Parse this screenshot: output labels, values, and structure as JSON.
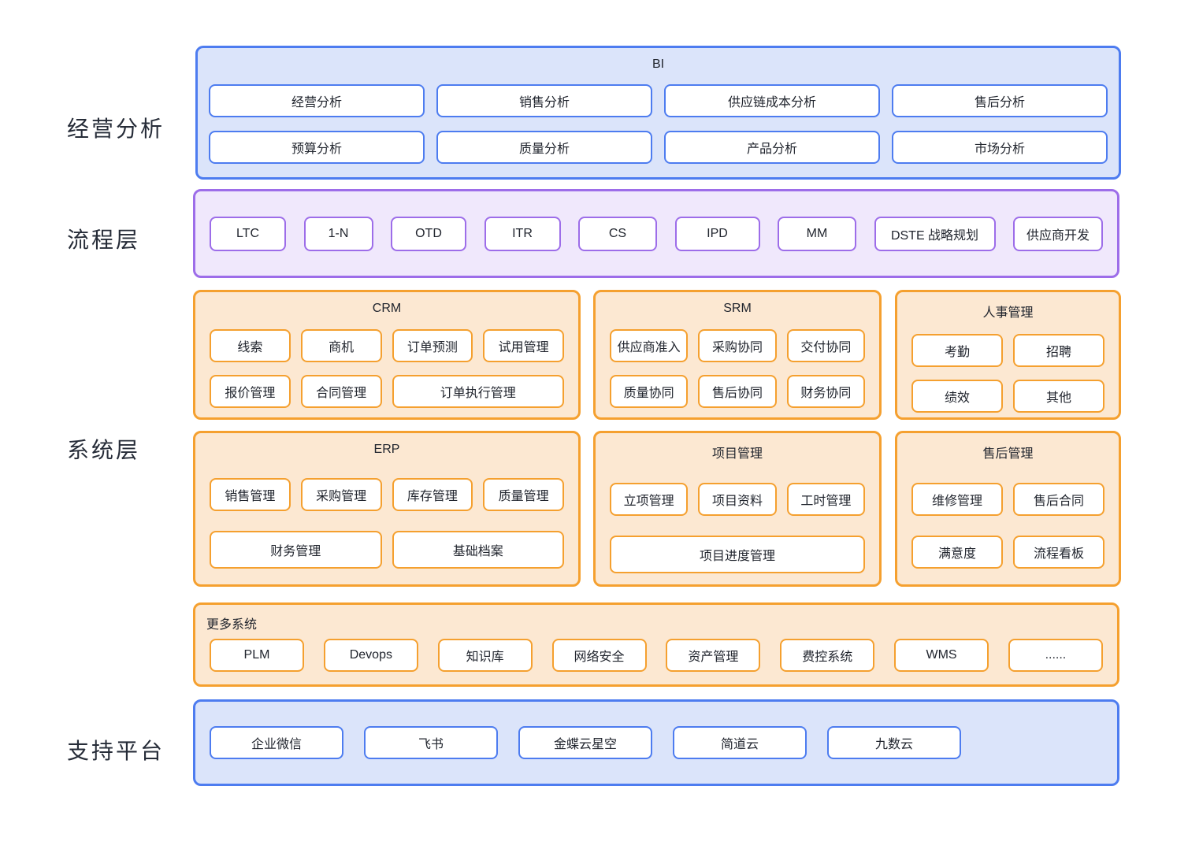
{
  "labels": {
    "analysis": "经营分析",
    "process": "流程层",
    "system": "系统层",
    "platform": "支持平台"
  },
  "colors": {
    "blue_border": "#4d7cf0",
    "blue_fill": "#dbe4fa",
    "purple_border": "#9d6de9",
    "purple_fill": "#f0e8fc",
    "orange_border": "#f5a02f",
    "orange_fill": "#fce8d2",
    "box_fill": "#ffffff",
    "text": "#21252e"
  },
  "bi": {
    "title": "BI",
    "row1": [
      "经营分析",
      "销售分析",
      "供应链成本分析",
      "售后分析"
    ],
    "row2": [
      "预算分析",
      "质量分析",
      "产品分析",
      "市场分析"
    ]
  },
  "process": {
    "items": [
      "LTC",
      "1-N",
      "OTD",
      "ITR",
      "CS",
      "IPD",
      "MM",
      "DSTE 战略规划",
      "供应商开发"
    ]
  },
  "crm": {
    "title": "CRM",
    "row1": [
      "线索",
      "商机",
      "订单预测",
      "试用管理"
    ],
    "row2": [
      "报价管理",
      "合同管理",
      "订单执行管理"
    ]
  },
  "srm": {
    "title": "SRM",
    "row1": [
      "供应商准入",
      "采购协同",
      "交付协同"
    ],
    "row2": [
      "质量协同",
      "售后协同",
      "财务协同"
    ]
  },
  "hr": {
    "title": "人事管理",
    "row1": [
      "考勤",
      "招聘"
    ],
    "row2": [
      "绩效",
      "其他"
    ]
  },
  "erp": {
    "title": "ERP",
    "row1": [
      "销售管理",
      "采购管理",
      "库存管理",
      "质量管理"
    ],
    "row2": [
      "财务管理",
      "基础档案"
    ]
  },
  "project": {
    "title": "项目管理",
    "row1": [
      "立项管理",
      "项目资料",
      "工时管理"
    ],
    "row2": [
      "项目进度管理"
    ]
  },
  "aftersales": {
    "title": "售后管理",
    "row1": [
      "维修管理",
      "售后合同"
    ],
    "row2": [
      "满意度",
      "流程看板"
    ]
  },
  "more": {
    "title": "更多系统",
    "items": [
      "PLM",
      "Devops",
      "知识库",
      "网络安全",
      "资产管理",
      "费控系统",
      "WMS",
      "......"
    ]
  },
  "platform": {
    "items": [
      "企业微信",
      "飞书",
      "金蝶云星空",
      "简道云",
      "九数云"
    ]
  }
}
